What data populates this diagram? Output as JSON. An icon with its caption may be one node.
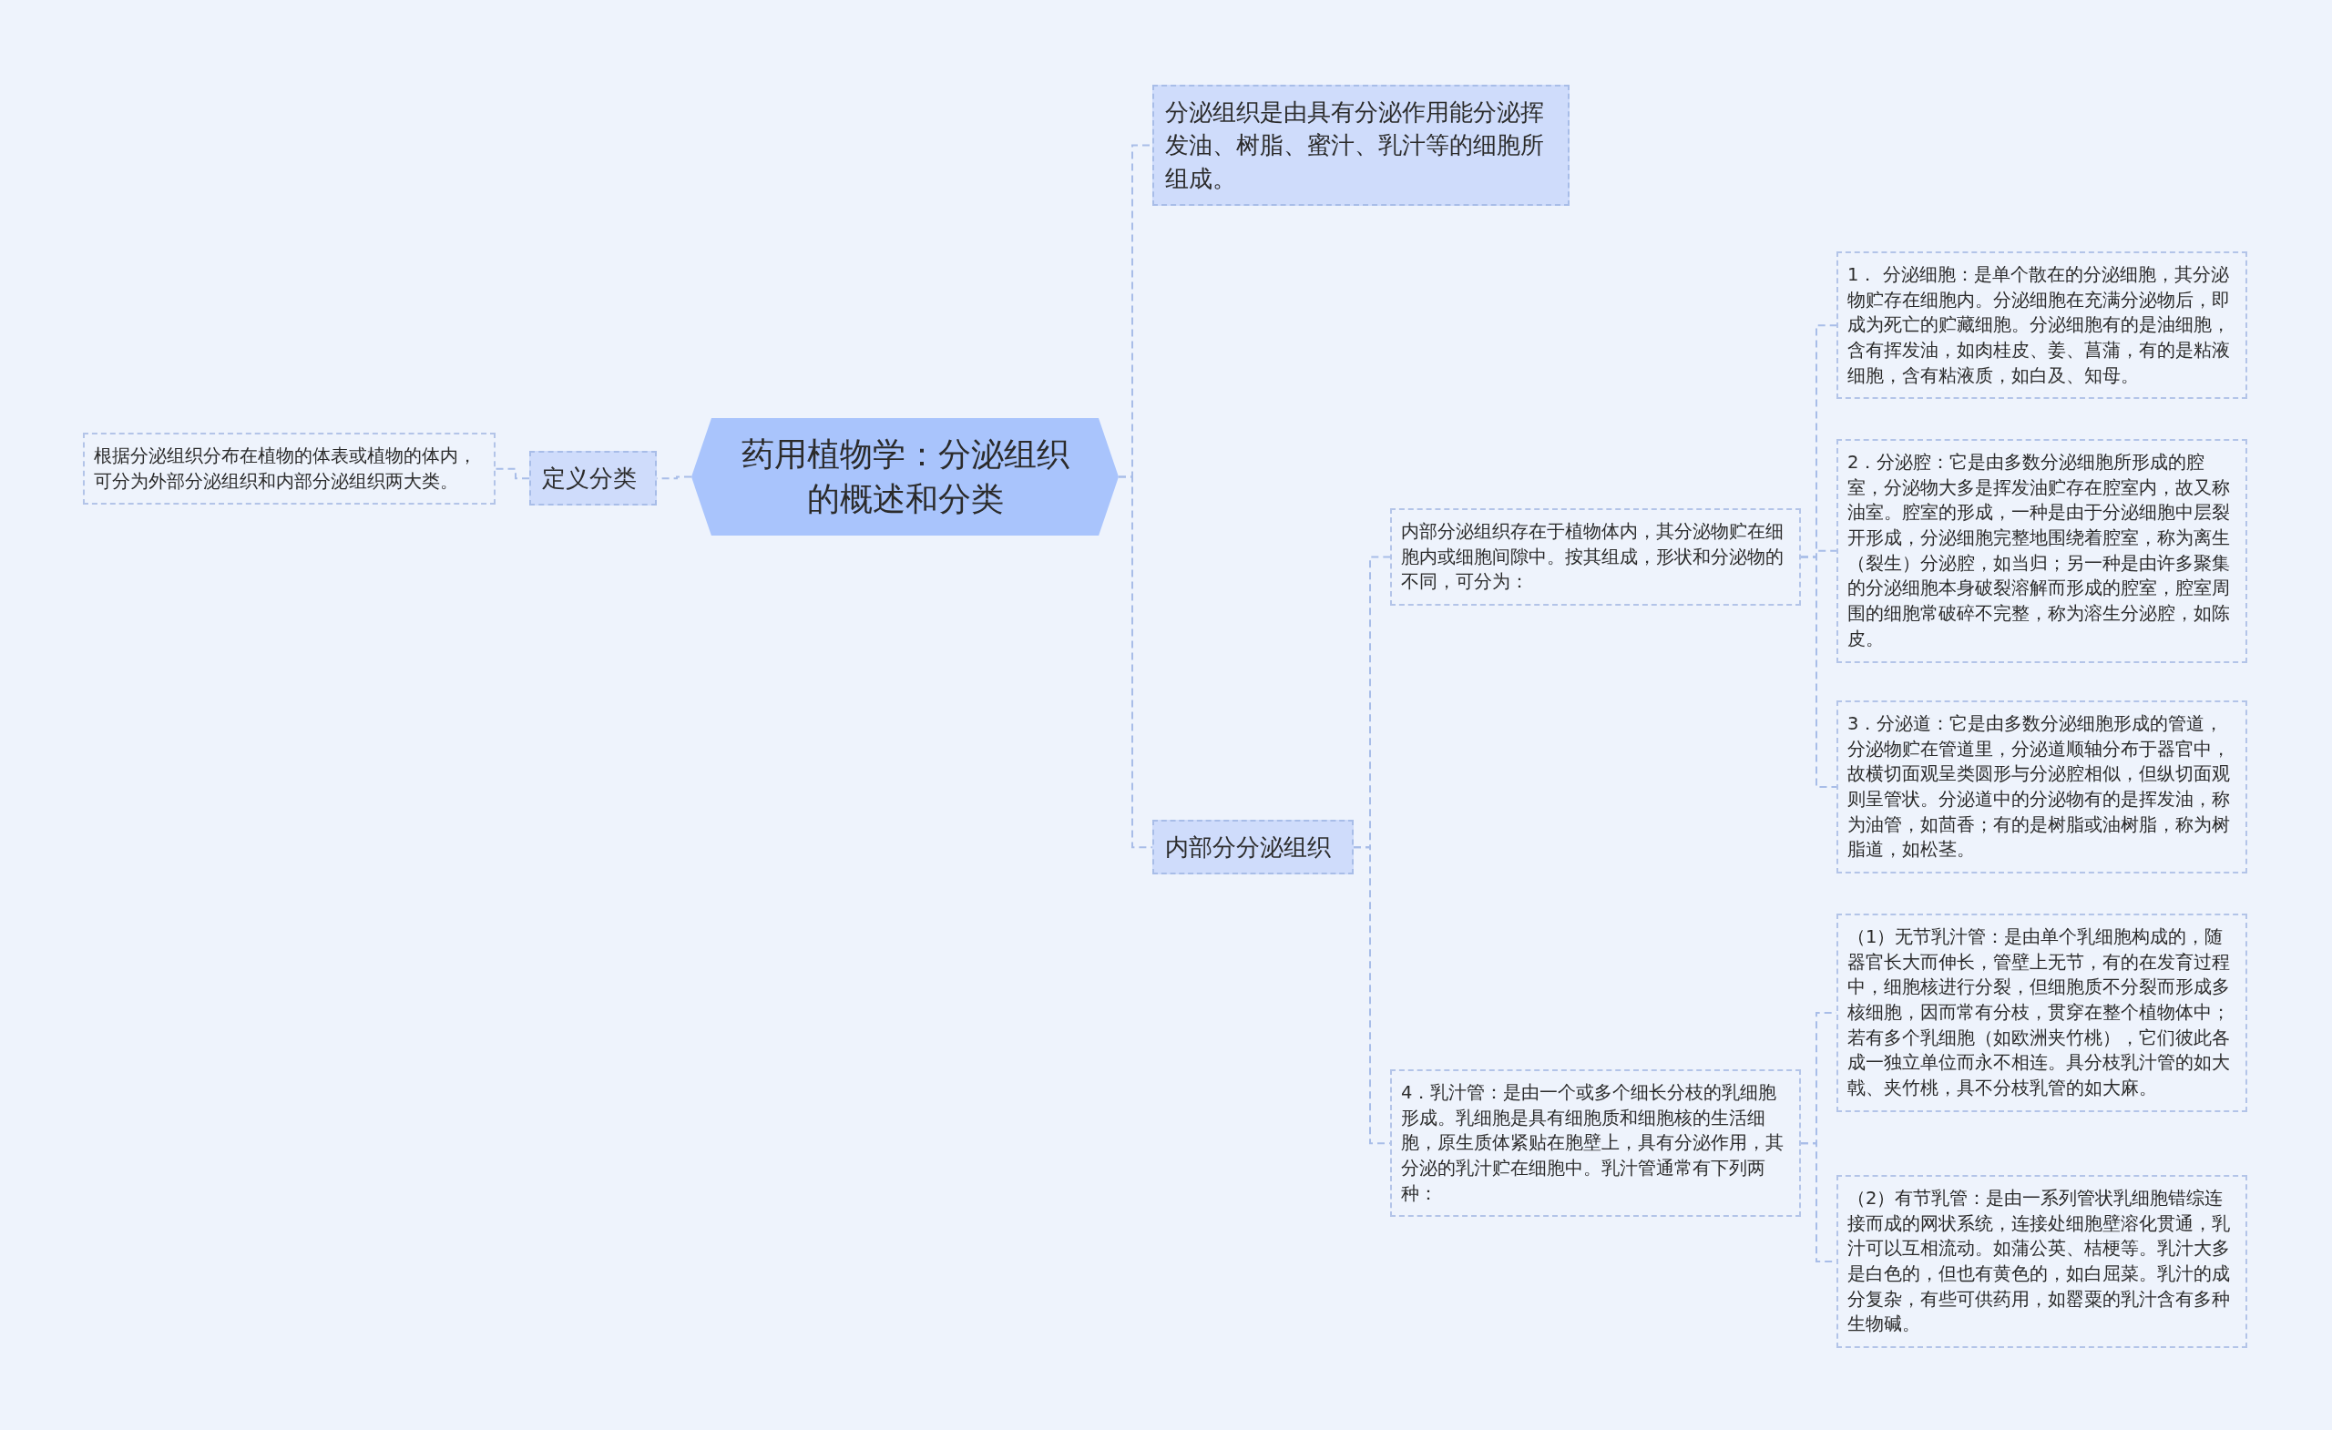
{
  "diagram": {
    "nodes": [
      {
        "text": [
          "药用植物学：分泌组织的概述和分类"
        ]
      },
      {
        "text": [
          "定义分类"
        ]
      },
      {
        "text": [
          "根据分泌组织分布在植物的体表或植物的体内，可分为外部分泌组织和内部分泌组织两大类。"
        ]
      },
      {
        "text": [
          "分泌组织是由具有分泌作用能分泌挥发油、树脂、蜜汁、乳汁等的细胞所组成。"
        ]
      },
      {
        "text": [
          "内部分分泌组织"
        ]
      },
      {
        "text": [
          "内部分泌组织存在于植物体内，其分泌物贮在细胞内或细胞间隙中。按其组成，形状和分泌物的不同，可分为："
        ]
      },
      {
        "text": [
          "1． 分泌细胞：是单个散在的分泌细胞，其分泌物贮存在细胞内。分泌细胞在充满分泌物后，即成为死亡的贮藏细胞。分泌细胞有的是油细胞，含有挥发油，如肉桂皮、姜、菖蒲，有的是粘液细胞，含有粘液质，如白及、知母。"
        ]
      },
      {
        "text": [
          "2．分泌腔：它是由多数分泌细胞所形成的腔室，分泌物大多是挥发油贮存在腔室内，故又称油室。腔室的形成，一种是由于分泌细胞中层裂开形成，分泌细胞完整地围绕着腔室，称为离生（裂生）分泌腔，如当归；另一种是由许多聚集的分泌细胞本身破裂溶解而形成的腔室，腔室周围的细胞常破碎不完整，称为溶生分泌腔，如陈皮。"
        ]
      },
      {
        "text": [
          "3．分泌道：它是由多数分泌细胞形成的管道，分泌物贮在管道里，分泌道顺轴分布于器官中，故横切面观呈类圆形与分泌腔相似，但纵切面观则呈管状。分泌道中的分泌物有的是挥发油，称为油管，如茴香；有的是树脂或油树脂，称为树脂道，如松茎。"
        ]
      },
      {
        "text": [
          "4．乳汁管：是由一个或多个细长分枝的乳细胞形成。乳细胞是具有细胞质和细胞核的生活细胞，原生质体紧贴在胞壁上，具有分泌作用，其分泌的乳汁贮在细胞中。乳汁管通常有下列两种："
        ]
      },
      {
        "text": [
          "（1）无节乳汁管：是由单个乳细胞构成的，随器官长大而伸长，管壁上无节，有的在发育过程中，细胞核进行分裂，但细胞质不分裂而形成多核细胞，因而常有分枝，贯穿在整个植物体中；若有多个乳细胞（如欧洲夹竹桃），它们彼此各成一独立单位而永不相连。具分枝乳汁管的如大戟、夹竹桃，具不分枝乳管的如大麻。"
        ]
      },
      {
        "text": [
          "（2）有节乳管：是由一系列管状乳细胞错综连接而成的网状系统，连接处细胞壁溶化贯通，乳汁可以互相流动。如蒲公英、桔梗等。乳汁大多是白色的，但也有黄色的，如白屈菜。乳汁的成分复杂，有些可供药用，如罂粟的乳汁含有多种生物碱。"
        ]
      }
    ],
    "edges": [
      {
        "from": 0,
        "to": 1,
        "arrow": "none"
      },
      {
        "from": 1,
        "to": 2,
        "arrow": "none"
      },
      {
        "from": 0,
        "to": 3,
        "arrow": "none"
      },
      {
        "from": 0,
        "to": 4,
        "arrow": "none"
      },
      {
        "from": 4,
        "to": 5,
        "arrow": "none"
      },
      {
        "from": 4,
        "to": 9,
        "arrow": "none"
      },
      {
        "from": 5,
        "to": 6,
        "arrow": "none"
      },
      {
        "from": 5,
        "to": 7,
        "arrow": "none"
      },
      {
        "from": 5,
        "to": 8,
        "arrow": "none"
      },
      {
        "from": 9,
        "to": 10,
        "arrow": "none"
      },
      {
        "from": 9,
        "to": 11,
        "arrow": "none"
      }
    ]
  }
}
